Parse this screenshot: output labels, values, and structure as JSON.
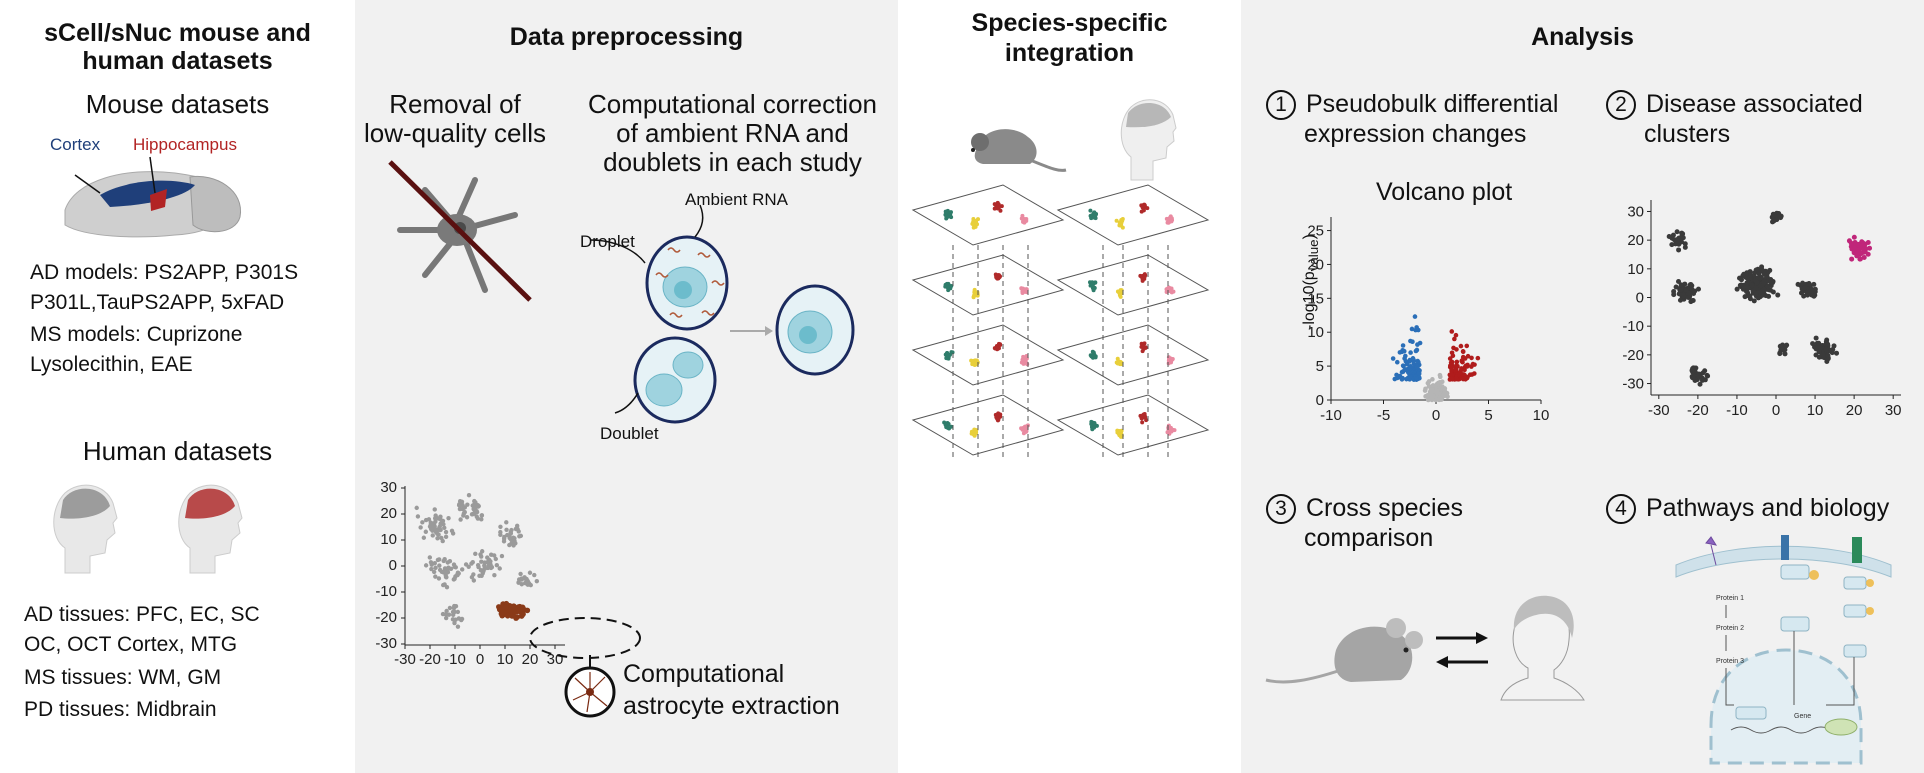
{
  "col1": {
    "title_line1": "sCell/sNuc mouse and",
    "title_line2": "human datasets",
    "mouse_header": "Mouse datasets",
    "cortex": "Cortex",
    "hippocampus": "Hippocampus",
    "mouse_models": [
      "AD models: PS2APP, P301S",
      "P301L,TauPS2APP, 5xFAD",
      "MS models: Cuprizone",
      "Lysolecithin, EAE"
    ],
    "human_header": "Human datasets",
    "human_tissues": [
      "AD tissues: PFC, EC, SC",
      "OC, OCT Cortex, MTG",
      "MS tissues: WM, GM",
      "PD tissues: Midbrain"
    ]
  },
  "col2": {
    "title": "Data preprocessing",
    "removal_l1": "Removal of",
    "removal_l2": "low-quality cells",
    "correction_l1": "Computational correction",
    "correction_l2": "of ambient RNA and",
    "correction_l3": "doublets in each study",
    "ambient": "Ambient RNA",
    "droplet": "Droplet",
    "doublet": "Doublet",
    "extract_l1": "Computational",
    "extract_l2": "astrocyte extraction",
    "tsne_y": [
      "30",
      "20",
      "10",
      "0",
      "-10",
      "-20",
      "-30"
    ],
    "tsne_x": [
      "-30",
      "-20",
      "-10",
      "0",
      "10",
      "20",
      "30"
    ]
  },
  "col3": {
    "title_l1": "Species-specific",
    "title_l2": "integration",
    "colors": {
      "teal": "#2f7d6b",
      "yellow": "#e8cf3a",
      "red": "#b02a2a",
      "pink": "#e98aa1"
    }
  },
  "col4": {
    "title": "Analysis",
    "n1": "1",
    "s1_l1": "Pseudobulk differential",
    "s1_l2": "expression changes",
    "volcano_title": "Volcano plot",
    "volcano_ylabel": "-log10(p",
    "volcano_ysub": "value",
    "volcano_yclose": ")",
    "volcano_y": [
      "25",
      "20",
      "15",
      "10",
      "5",
      "0"
    ],
    "volcano_x": [
      "-10",
      "-5",
      "0",
      "5",
      "10"
    ],
    "n2": "2",
    "s2_l1": "Disease associated",
    "s2_l2": "clusters",
    "cluster_y": [
      "30",
      "20",
      "10",
      "0",
      "-10",
      "-20",
      "-30"
    ],
    "cluster_x": [
      "-30",
      "-20",
      "-10",
      "0",
      "10",
      "20",
      "30"
    ],
    "n3": "3",
    "s3_l1": "Cross species",
    "s3_l2": "comparison",
    "n4": "4",
    "s4": "Pathways and biology",
    "protein1": "Protein 1",
    "protein2": "Protein 2",
    "protein3": "Protein 3",
    "gene": "Gene",
    "colors": {
      "down": "#2b6fb8",
      "up": "#b01c1c",
      "ns": "#b5b5b5",
      "cluster": "#3a3a3a",
      "disease": "#c0267a"
    }
  }
}
